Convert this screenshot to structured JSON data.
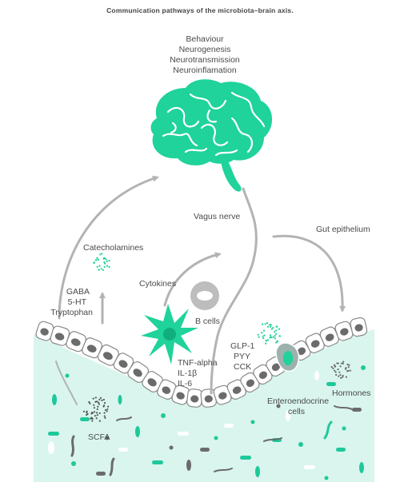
{
  "title": "Communication pathways of the microbiota–brain axis.",
  "brain_effects": [
    "Behaviour",
    "Neurogenesis",
    "Neurotransmission",
    "Neuroinflamation"
  ],
  "labels": {
    "vagus_nerve": "Vagus nerve",
    "gut_epithelium": "Gut epithelium",
    "catecholamines": "Catecholamines",
    "cytokines": "Cytokines",
    "b_cells": "B cells",
    "scfa": "SCFA",
    "hormones": "Hormones",
    "enteroendocrine_cells": [
      "Enteroendocrine",
      "cells"
    ]
  },
  "neuro_molecules": [
    "GABA",
    "5-HT",
    "Tryptophan"
  ],
  "cytokine_list": [
    "TNF-alpha",
    "IL-1β",
    "IL-6"
  ],
  "gut_hormones": [
    "GLP-1",
    "PYY",
    "CCK"
  ],
  "colors": {
    "brain": "#1fd39a",
    "lumen": "#d9f5ee",
    "microbe_teal": "#1fc89a",
    "arrow": "#b3b3b3",
    "cell_nucleus": "#6b6b6b",
    "text": "#4a4a4a"
  }
}
